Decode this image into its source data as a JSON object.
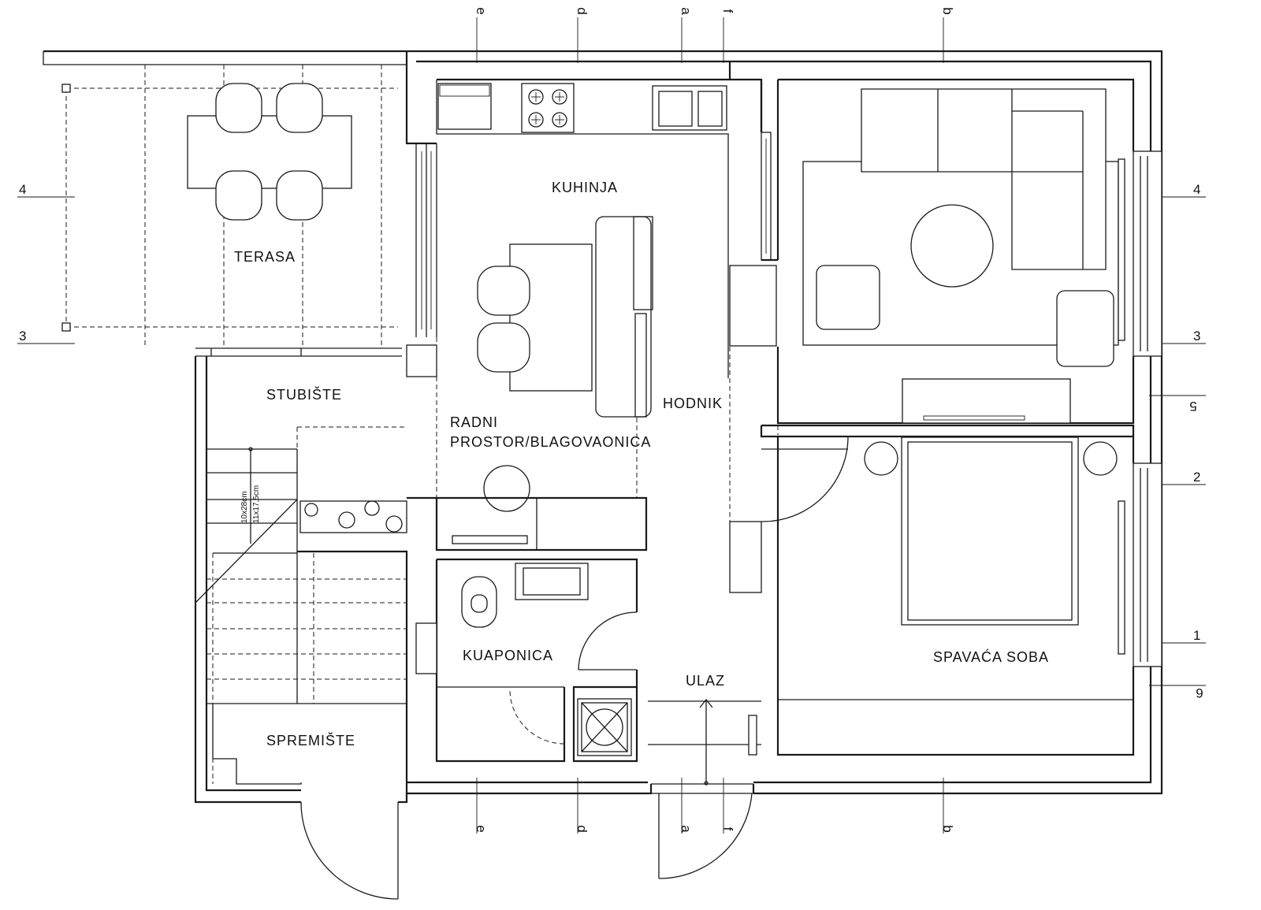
{
  "rooms": {
    "terasa": "TERASA",
    "kuhinja": "KUHINJA",
    "stubiste": "STUBIŠTE",
    "radni_1": "RADNI",
    "radni_2": "PROSTOR/BLAGOVAONICA",
    "hodnik": "HODNIK",
    "kupaonica": "KUAPONICA",
    "ulaz": "ULAZ",
    "spremiste": "SPREMIŠTE",
    "spavaca": "SPAVAĆA SOBA"
  },
  "axes": {
    "top": [
      "e",
      "d",
      "a",
      "f",
      "b"
    ],
    "bottom": [
      "e",
      "d",
      "a",
      "f",
      "b"
    ],
    "left": [
      "4",
      "3"
    ],
    "right": [
      "4",
      "3",
      "5",
      "2",
      "1",
      "6"
    ]
  },
  "stairs": {
    "dim_1": "10x28cm",
    "dim_2": "11x17,5cm"
  }
}
